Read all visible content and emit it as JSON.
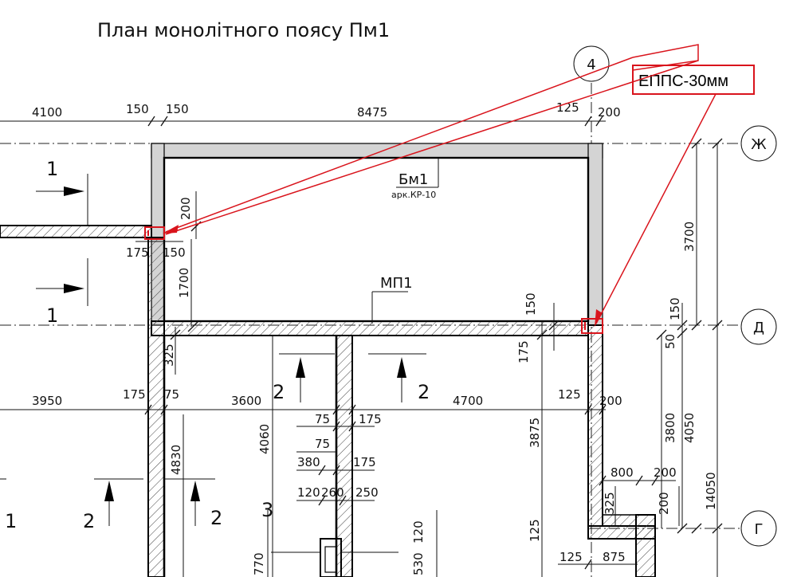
{
  "title": "План монолітного поясу Пм1",
  "axes": {
    "a4": "4",
    "zh": "Ж",
    "d": "Д",
    "g": "Г"
  },
  "callout": {
    "label": "ЕППС-30мм",
    "color": "#d9141c"
  },
  "beam": {
    "name": "Бм1",
    "ref": "арк.КР-10"
  },
  "plate": {
    "name": "МП1"
  },
  "sections": {
    "s1a": "1",
    "s1b": "1",
    "s2a": "2",
    "s2b": "2",
    "s2c": "2",
    "s2d": "2",
    "s3": "3",
    "s1c": "1"
  },
  "dims": {
    "d4100": "4100",
    "d150a": "150",
    "d150b": "150",
    "d8475": "8475",
    "d125a": "125",
    "d200a": "200",
    "d200v": "200",
    "d175a": "175",
    "d150c": "150",
    "d1700": "1700",
    "d3700": "3700",
    "d150v": "150",
    "d150d": "150",
    "d50": "50",
    "d325a": "325",
    "d175v": "175",
    "d3950": "3950",
    "d175b": "175",
    "d75a": "75",
    "d3600": "3600",
    "d4700": "4700",
    "d125b": "125",
    "d200b": "200",
    "d75b": "75",
    "d175c": "175",
    "d4060": "4060",
    "d75c": "75",
    "d380": "380",
    "d175d": "175",
    "d120": "120",
    "d260": "260",
    "d250": "250",
    "d3875": "3875",
    "d3800": "3800",
    "d4050": "4050",
    "d4830": "4830",
    "d800": "800",
    "d200c": "200",
    "d325b": "325",
    "d200d": "200",
    "d14050": "14050",
    "d125c": "125",
    "d120v": "120",
    "d125d": "125",
    "d875": "875",
    "d770": "770",
    "d530": "530"
  }
}
